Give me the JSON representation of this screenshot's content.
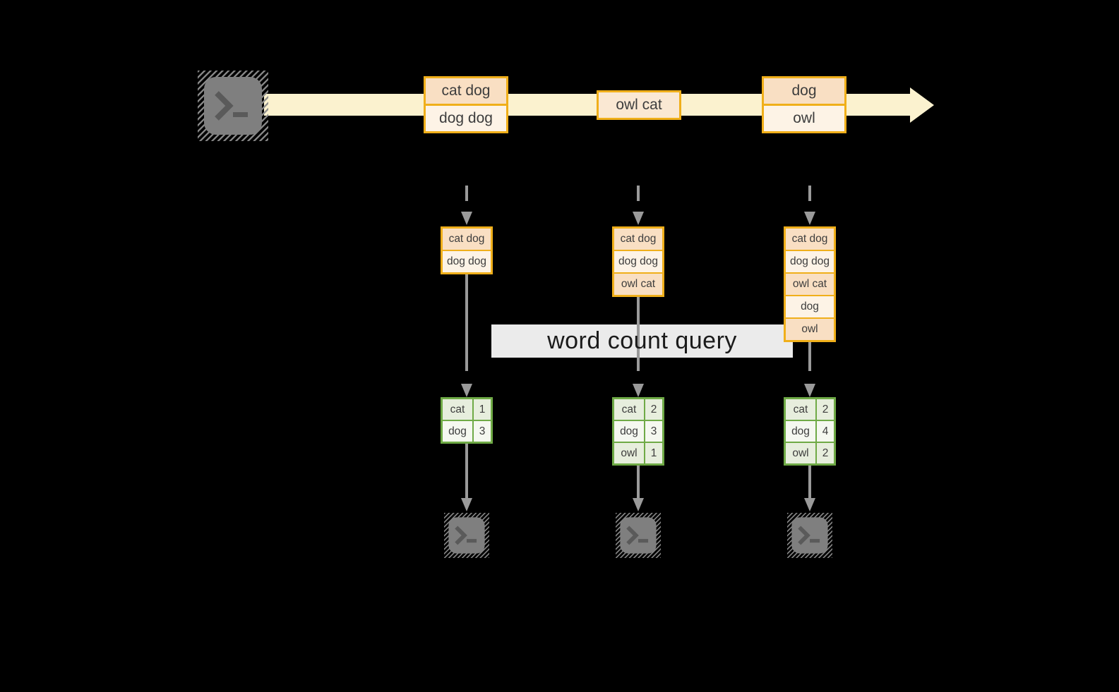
{
  "colors": {
    "background": "#000000",
    "stream_band": "#FBF2CF",
    "amber_border": "#F0AF1A",
    "peach_dark": "#F9DFC3",
    "peach_light": "#FDF3E6",
    "peach_mid": "#FAE8D3",
    "green_border": "#6FAA46",
    "green_dark": "#E7EEDD",
    "green_light": "#F5F8F0",
    "arrow_gray": "#9A9A9A",
    "terminal_fill": "#7F7F7F",
    "terminal_hatch": "#8C8C8C",
    "glyph_gray": "#5A5A5A",
    "text_dark": "#3D3D3D",
    "query_band": "#FFFFFF",
    "query_text": "#1B1B1B"
  },
  "icons": {
    "source": "terminal-icon",
    "sink": "terminal-icon",
    "stream_head": "arrow-right-icon",
    "flow_head": "arrow-down-icon"
  },
  "query": {
    "label": "word count query"
  },
  "stream": {
    "events": [
      {
        "rows": [
          "cat dog",
          "dog dog"
        ]
      },
      {
        "rows": [
          "owl cat"
        ]
      },
      {
        "rows": [
          "dog",
          "owl"
        ]
      }
    ]
  },
  "columns": [
    {
      "buffer": [
        "cat dog",
        "dog dog"
      ],
      "counts": [
        {
          "word": "cat",
          "count": "1"
        },
        {
          "word": "dog",
          "count": "3"
        }
      ]
    },
    {
      "buffer": [
        "cat dog",
        "dog dog",
        "owl cat"
      ],
      "counts": [
        {
          "word": "cat",
          "count": "2"
        },
        {
          "word": "dog",
          "count": "3"
        },
        {
          "word": "owl",
          "count": "1"
        }
      ]
    },
    {
      "buffer": [
        "cat dog",
        "dog dog",
        "owl cat",
        "dog",
        "owl"
      ],
      "counts": [
        {
          "word": "cat",
          "count": "2"
        },
        {
          "word": "dog",
          "count": "4"
        },
        {
          "word": "owl",
          "count": "2"
        }
      ]
    }
  ]
}
